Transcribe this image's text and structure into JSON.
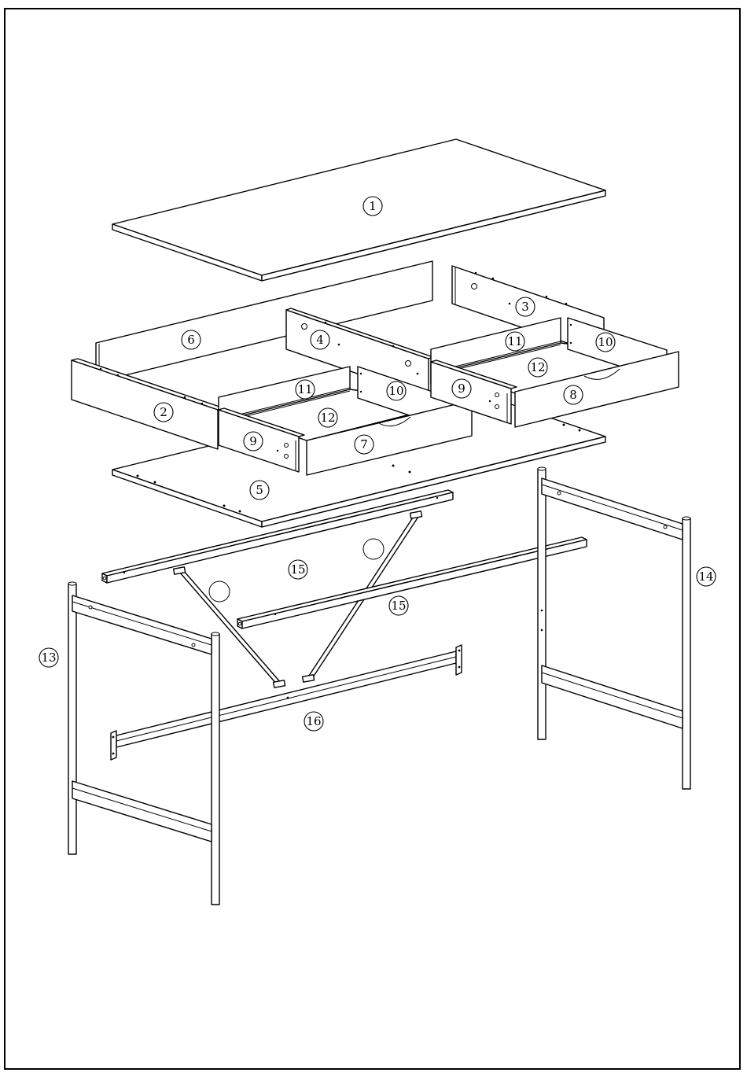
{
  "diagram": {
    "labels": [
      {
        "id": "part-1",
        "text": "1"
      },
      {
        "id": "part-2",
        "text": "2"
      },
      {
        "id": "part-3",
        "text": "3"
      },
      {
        "id": "part-4",
        "text": "4"
      },
      {
        "id": "part-5",
        "text": "5"
      },
      {
        "id": "part-6",
        "text": "6"
      },
      {
        "id": "part-7",
        "text": "7"
      },
      {
        "id": "part-8",
        "text": "8"
      },
      {
        "id": "part-9a",
        "text": "9"
      },
      {
        "id": "part-9b",
        "text": "9"
      },
      {
        "id": "part-10a",
        "text": "10"
      },
      {
        "id": "part-10b",
        "text": "10"
      },
      {
        "id": "part-11a",
        "text": "11"
      },
      {
        "id": "part-11b",
        "text": "11"
      },
      {
        "id": "part-12a",
        "text": "12"
      },
      {
        "id": "part-12b",
        "text": "12"
      },
      {
        "id": "part-13",
        "text": "13"
      },
      {
        "id": "part-14",
        "text": "14"
      },
      {
        "id": "part-15a",
        "text": "15"
      },
      {
        "id": "part-15b",
        "text": "15"
      },
      {
        "id": "part-16",
        "text": "16"
      }
    ]
  }
}
